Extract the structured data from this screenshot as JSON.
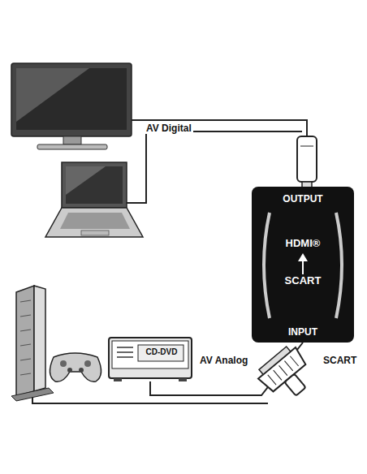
{
  "diagram": {
    "nodes": [
      {
        "text": [
          "OUTPUT",
          "HDMI®",
          "SCART",
          "INPUT"
        ]
      },
      {
        "text": [
          "CD-DVD"
        ]
      }
    ],
    "edges": [
      {
        "from": 1,
        "to": 0,
        "arrow": "none"
      }
    ],
    "labels": [
      "AV Digital",
      "AV Analog",
      "SCART"
    ]
  }
}
